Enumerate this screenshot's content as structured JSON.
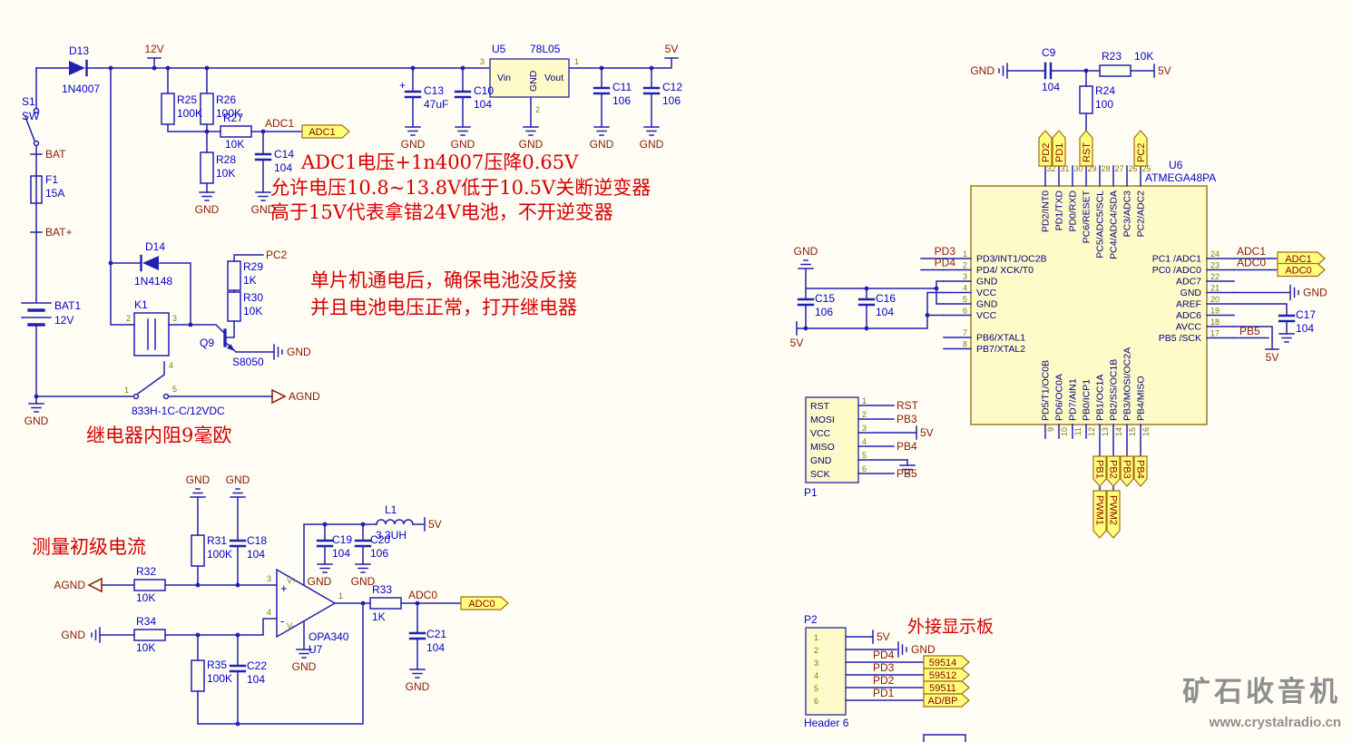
{
  "nets": {
    "v12": "12V",
    "v5": "5V",
    "gnd": "GND",
    "agnd": "AGND",
    "bat": "BAT",
    "batp": "BAT+",
    "adc1": "ADC1",
    "adc0": "ADC0",
    "pc2": "PC2"
  },
  "power_input": {
    "d13": {
      "ref": "D13",
      "value": "1N4007"
    },
    "r25": {
      "ref": "R25",
      "value": "100K"
    },
    "r26": {
      "ref": "R26",
      "value": "100K"
    },
    "r27": {
      "ref": "R27",
      "value": "10K"
    },
    "r28": {
      "ref": "R28",
      "value": "10K"
    },
    "c14": {
      "ref": "C14",
      "value": "104"
    },
    "c13": {
      "ref": "C13",
      "value": "47uF",
      "plus": "+"
    },
    "c10": {
      "ref": "C10",
      "value": "104"
    },
    "c11": {
      "ref": "C11",
      "value": "106"
    },
    "c12": {
      "ref": "C12",
      "value": "106"
    },
    "u5": {
      "ref": "U5",
      "part": "78L05",
      "pin_in": "Vin",
      "pin_out": "Vout",
      "pin_gnd": "GND",
      "n_in": "3",
      "n_out": "1",
      "n_gnd": "2"
    }
  },
  "battery": {
    "s1": {
      "ref": "S1",
      "value": "SW"
    },
    "f1": {
      "ref": "F1",
      "value": "15A"
    },
    "bat1": {
      "ref": "BAT1",
      "value": "12V"
    }
  },
  "relay": {
    "d14": {
      "ref": "D14",
      "value": "1N4148"
    },
    "k1": {
      "ref": "K1",
      "value": "833H-1C-C/12VDC",
      "coil_pins": [
        "2",
        "3"
      ],
      "contact_pins": [
        "4",
        "1",
        "5"
      ]
    },
    "r29": {
      "ref": "R29",
      "value": "1K"
    },
    "r30": {
      "ref": "R30",
      "value": "10K"
    },
    "q9": {
      "ref": "Q9",
      "value": "S8050"
    }
  },
  "opamp": {
    "r31": {
      "ref": "R31",
      "value": "100K"
    },
    "r32": {
      "ref": "R32",
      "value": "10K"
    },
    "r33": {
      "ref": "R33",
      "value": "1K"
    },
    "r34": {
      "ref": "R34",
      "value": "10K"
    },
    "r35": {
      "ref": "R35",
      "value": "100K"
    },
    "c18": {
      "ref": "C18",
      "value": "104"
    },
    "c19": {
      "ref": "C19",
      "value": "104"
    },
    "c20": {
      "ref": "C20",
      "value": "106"
    },
    "c21": {
      "ref": "C21",
      "value": "104"
    },
    "c22": {
      "ref": "C22",
      "value": "104"
    },
    "l1": {
      "ref": "L1",
      "value": "3.3UH"
    },
    "u7": {
      "ref": "U7",
      "part": "OPA340",
      "plus": "+",
      "minus": "-",
      "vplus": "V+",
      "vminus": "V-",
      "n_plus": "3",
      "n_minus": "4",
      "n_out": "1"
    }
  },
  "mcu": {
    "c9": {
      "ref": "C9",
      "value": "104"
    },
    "r23": {
      "ref": "R23",
      "value": "10K"
    },
    "r24": {
      "ref": "R24",
      "value": "100"
    },
    "c15": {
      "ref": "C15",
      "value": "106"
    },
    "c16": {
      "ref": "C16",
      "value": "104"
    },
    "c17": {
      "ref": "C17",
      "value": "104"
    },
    "u6": {
      "ref": "U6",
      "part": "ATMEGA48PA",
      "top_pins": [
        {
          "n": "32",
          "name": "PD2/INT0"
        },
        {
          "n": "31",
          "name": "PD1/TXD"
        },
        {
          "n": "30",
          "name": "PD0/RXD"
        },
        {
          "n": "29",
          "name": "PC6/RESET"
        },
        {
          "n": "28",
          "name": "PC5/ADC5/SCL"
        },
        {
          "n": "27",
          "name": "PC4/ADC4/SDA"
        },
        {
          "n": "26",
          "name": "PC3/ADC3"
        },
        {
          "n": "25",
          "name": "PC2/ADC2"
        }
      ],
      "left_pins": [
        {
          "n": "1",
          "name": "PD3/INT1/OC2B",
          "net": "PD3"
        },
        {
          "n": "2",
          "name": "PD4/ XCK/T0",
          "net": "PD4"
        },
        {
          "n": "3",
          "name": "GND"
        },
        {
          "n": "4",
          "name": "VCC"
        },
        {
          "n": "5",
          "name": "GND"
        },
        {
          "n": "6",
          "name": "VCC"
        },
        {
          "n": "7",
          "name": "PB6/XTAL1"
        },
        {
          "n": "8",
          "name": "PB7/XTAL2"
        }
      ],
      "right_pins": [
        {
          "n": "24",
          "name": "PC1 /ADC1",
          "net": "ADC1"
        },
        {
          "n": "23",
          "name": "PC0 /ADC0",
          "net": "ADC0"
        },
        {
          "n": "22",
          "name": "ADC7"
        },
        {
          "n": "21",
          "name": "GND"
        },
        {
          "n": "20",
          "name": "AREF"
        },
        {
          "n": "19",
          "name": "ADC6"
        },
        {
          "n": "18",
          "name": "AVCC"
        },
        {
          "n": "17",
          "name": "PB5 /SCK",
          "net": "PB5"
        }
      ],
      "bottom_pins": [
        {
          "n": "9",
          "name": "PD5/T1/OC0B"
        },
        {
          "n": "10",
          "name": "PD6/OC0A"
        },
        {
          "n": "11",
          "name": "PD7/AIN1"
        },
        {
          "n": "12",
          "name": "PB0/ICP1"
        },
        {
          "n": "13",
          "name": "PB1/OC1A"
        },
        {
          "n": "14",
          "name": "PB2/SS/OC1B"
        },
        {
          "n": "15",
          "name": "PB3/MOSI/OC2A"
        },
        {
          "n": "16",
          "name": "PB4/MISO"
        }
      ]
    },
    "top_flags": [
      "PD2",
      "PD1",
      "RST",
      "PC2"
    ],
    "bottom_flags": [
      "PB1",
      "PB2",
      "PB3",
      "PB4"
    ],
    "pwm_flags": [
      "PWM1",
      "PWM2"
    ]
  },
  "p1": {
    "ref": "P1",
    "rows": [
      {
        "n": "1",
        "name": "RST",
        "net": "RST"
      },
      {
        "n": "2",
        "name": "MOSI",
        "net": "PB3"
      },
      {
        "n": "3",
        "name": "VCC",
        "net": "5V"
      },
      {
        "n": "4",
        "name": "MISO",
        "net": "PB4"
      },
      {
        "n": "5",
        "name": "GND",
        "net": "GND"
      },
      {
        "n": "6",
        "name": "SCK",
        "net": "PB5"
      }
    ]
  },
  "p2": {
    "ref": "P2",
    "footer": "Header 6",
    "rows": [
      {
        "n": "1",
        "net": "5V"
      },
      {
        "n": "2",
        "net": "GND"
      },
      {
        "n": "3",
        "net": "PD4",
        "flag": "59514"
      },
      {
        "n": "4",
        "net": "PD3",
        "flag": "59512"
      },
      {
        "n": "5",
        "net": "PD2",
        "flag": "59511"
      },
      {
        "n": "6",
        "net": "PD1",
        "flag": "AD/BP"
      }
    ]
  },
  "annotations": {
    "adc_note1": "ADC1电压+1n4007压降0.65V",
    "adc_note2": "允许电压10.8~13.8V低于10.5V关断逆变器",
    "adc_note3": "高于15V代表拿错24V电池，不开逆变器",
    "relay_note1": "单片机通电后，确保电池没反接",
    "relay_note2": "并且电池电压正常，打开继电器",
    "relay_note3": "继电器内阻9毫欧",
    "current_note": "测量初级电流",
    "display_note": "外接显示板"
  },
  "watermark": {
    "name": "矿石收音机",
    "url": "www.crystalradio.cn"
  },
  "colors": {
    "wire": "#2020b2",
    "component_label": "#0202c8",
    "net_label": "#8b1a00",
    "pin_number": "#7e7e00",
    "annotation": "#d60000",
    "ic_fill": "#fffbc8",
    "flag_fill": "#ffff7d",
    "background": "#fffdf4",
    "watermark": "#8f8f8f"
  }
}
